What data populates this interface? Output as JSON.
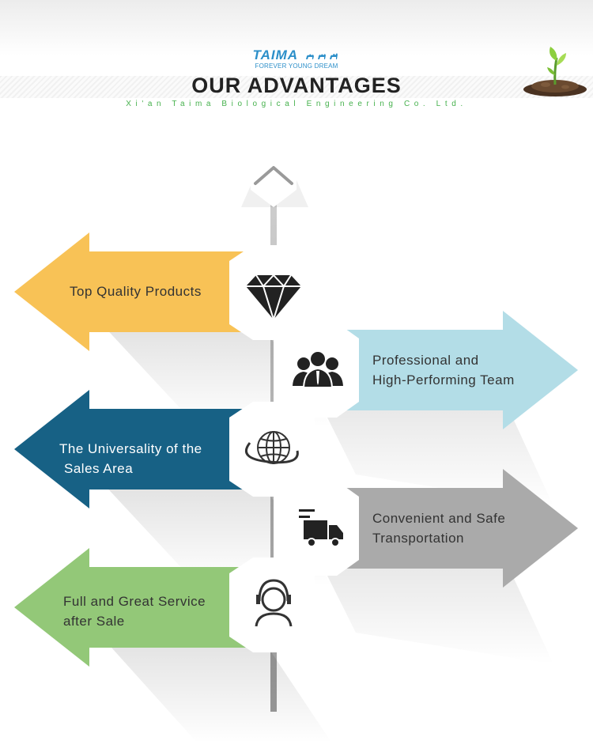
{
  "header": {
    "logo_word": "TAIMA",
    "logo_tagline": "FOREVER YOUNG DREAM",
    "title": "OUR ADVANTAGES",
    "subtitle": "Xi'an Taima Biological Engineering Co. Ltd."
  },
  "items": [
    {
      "lines": [
        "Top Quality Products"
      ],
      "icon": "diamond-icon",
      "direction": "left",
      "color": "#f8c256"
    },
    {
      "lines": [
        "Professional and",
        "High-Performing Team"
      ],
      "icon": "team-icon",
      "direction": "right",
      "color": "#b3dde7"
    },
    {
      "lines": [
        "The Universality of the",
        "Sales Area"
      ],
      "icon": "globe-icon",
      "direction": "left",
      "color": "#176185"
    },
    {
      "lines": [
        "Convenient and Safe",
        "Transportation"
      ],
      "icon": "delivery-truck-icon",
      "direction": "right",
      "color": "#aaaaaa"
    },
    {
      "lines": [
        "Full and Great Service",
        "after Sale"
      ],
      "icon": "headset-support-icon",
      "direction": "left",
      "color": "#93c878"
    }
  ]
}
